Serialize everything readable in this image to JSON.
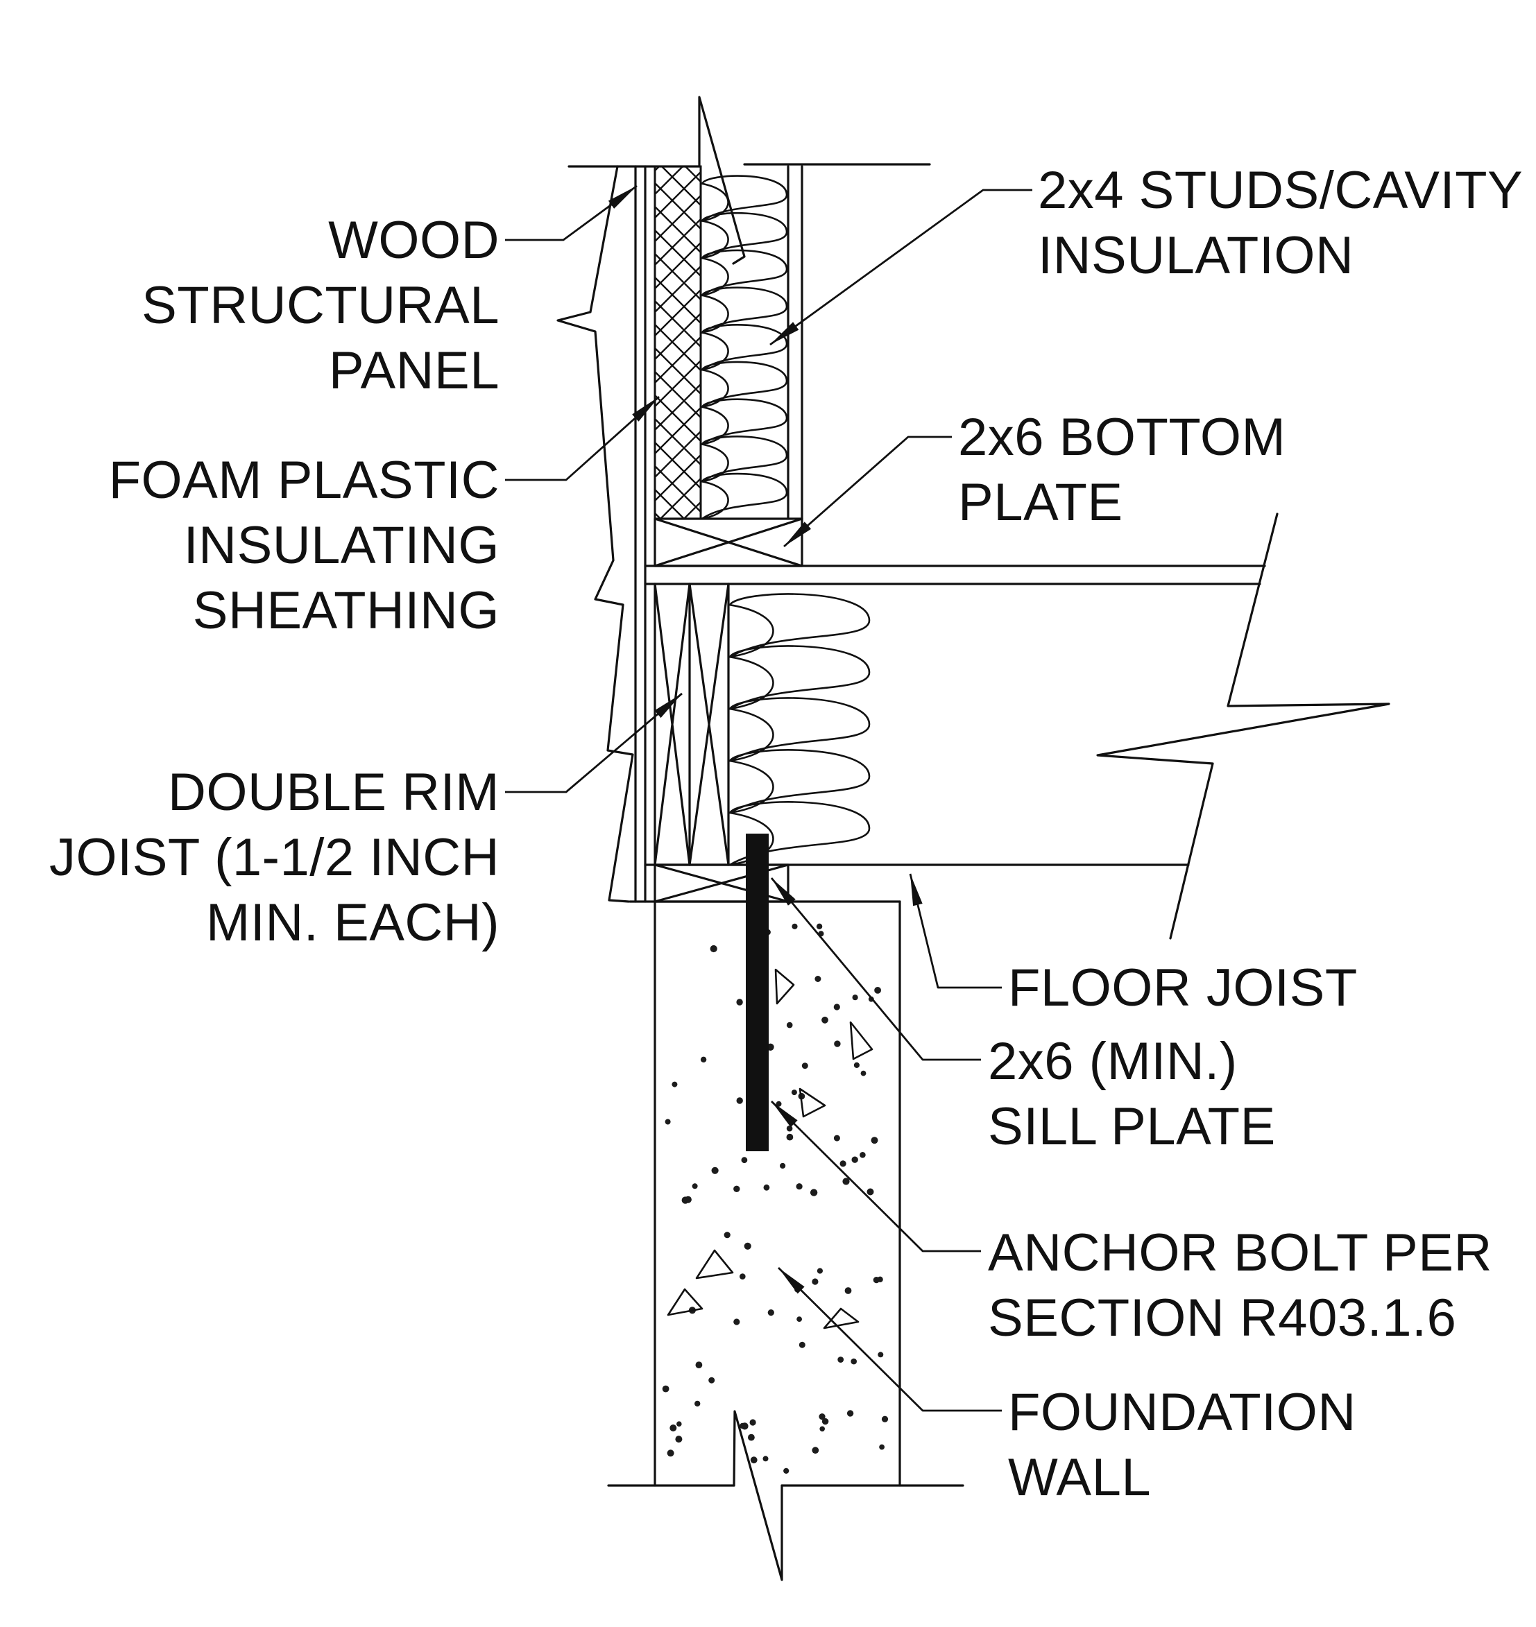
{
  "figure": {
    "kind": "construction-section-detail",
    "colors": {
      "ink": "#111111",
      "background": "#ffffff"
    }
  },
  "labels": {
    "wood_panel": {
      "lines": [
        "WOOD",
        "STRUCTURAL",
        "PANEL"
      ]
    },
    "foam_sheathing": {
      "lines": [
        "FOAM PLASTIC",
        "INSULATING",
        "SHEATHING"
      ]
    },
    "double_rim": {
      "lines": [
        "DOUBLE RIM",
        "JOIST (1-1/2 INCH",
        "MIN. EACH)"
      ]
    },
    "studs": {
      "lines": [
        "2x4 STUDS/CAVITY",
        "INSULATION"
      ]
    },
    "bottom_plate": {
      "lines": [
        "2x6 BOTTOM",
        "PLATE"
      ]
    },
    "floor_joist": {
      "lines": [
        "FLOOR JOIST"
      ]
    },
    "sill_plate": {
      "lines": [
        "2x6 (MIN.)",
        "SILL PLATE"
      ]
    },
    "anchor_bolt": {
      "lines": [
        "ANCHOR BOLT PER",
        "SECTION R403.1.6"
      ]
    },
    "foundation": {
      "lines": [
        "FOUNDATION",
        "WALL"
      ]
    }
  }
}
